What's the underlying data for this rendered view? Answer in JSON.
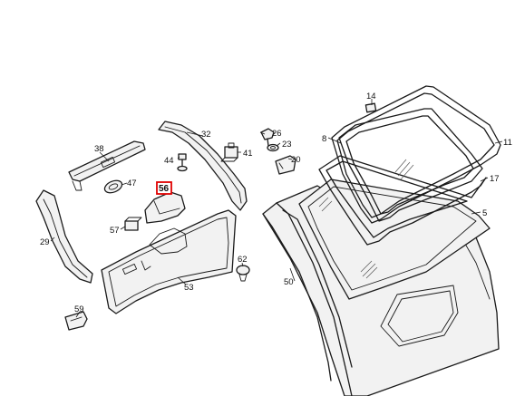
{
  "diagram": {
    "highlighted_part": "56",
    "colors": {
      "highlight": "#e00000",
      "line": "#1a1a1a",
      "background": "#ffffff"
    },
    "callouts": {
      "c5": "5",
      "c8": "8",
      "c11": "11",
      "c14": "14",
      "c17": "17",
      "c20": "20",
      "c23": "23",
      "c26": "26",
      "c29": "29",
      "c32": "32",
      "c38": "38",
      "c41": "41",
      "c44": "44",
      "c47": "47",
      "c50": "50",
      "c53": "53",
      "c56": "56",
      "c57": "57",
      "c59": "59",
      "c62": "62"
    }
  }
}
